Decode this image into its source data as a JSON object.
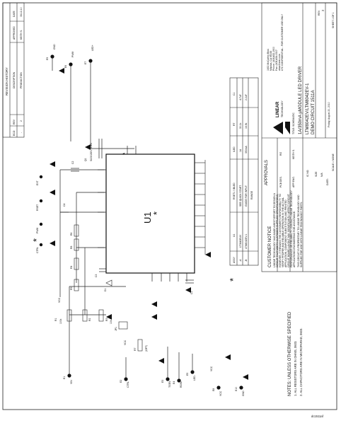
{
  "revision_history": {
    "title": "REVISION HISTORY",
    "headers": [
      "ECO",
      "REV",
      "DESCRIPTION",
      "APPROVED",
      "DATE"
    ],
    "row": [
      "-",
      "2",
      "PRODUCTION",
      "KEITH S.",
      "08-12-10"
    ]
  },
  "notes": {
    "title": "NOTES: UNLESS OTHERWISE SPECIFIED",
    "line1": "1. ALL RESISTORS ARE IN OHMS, 0603.",
    "line2": "2. ALL CAPACITORS ARE IN MICROFARAD, 0603."
  },
  "ic": {
    "ref": "U1",
    "mark": "*"
  },
  "table": {
    "mark": "*",
    "headers": [
      "ASSY",
      "U1",
      "RSET1 / IBLED",
      "ILED",
      "RT",
      "C1"
    ],
    "rows": [
      [
        "-A",
        "LT3642EUV",
        "SEE QUICK START",
        "1A",
        "30.1k",
        "4.7uF"
      ],
      [
        "-B",
        "LTM8042EV-1",
        "GUIDE FOR INPUT",
        "350mA",
        "16.9k",
        "2.2uF"
      ],
      [
        "",
        "",
        "RANGE",
        "",
        "",
        ""
      ]
    ]
  },
  "customer_notice": {
    "title": "CUSTOMER NOTICE",
    "body": [
      "LINEAR TECHNOLOGY HAS MADE A BEST EFFORT TO DESIGN A",
      "CIRCUIT THAT MEETS CUSTOMER-SUPPLIED SPECIFICATIONS;",
      "HOWEVER, IT REMAINS THE CUSTOMER'S RESPONSIBILITY TO",
      "VERIFY PROPER AND RELIABLE OPERATION IN THE ACTUAL",
      "APPLICATION. COMPONENT SUBSTITUTION AND PRINTED",
      "CIRCUIT BOARD LAYOUT MAY SIGNIFICANTLY AFFECT CIRCUIT",
      "PERFORMANCE OR RELIABILITY. CONTACT LINEAR TECHNOLOGY",
      "APPLICATIONS ENGINEERING FOR ASSISTANCE."
    ],
    "footer": "THIS CIRCUIT IS PROPRIETARY TO LINEAR TECHNOLOGY AND",
    "footer2": "SUPPLIED FOR USE WITH LINEAR TECHNOLOGY PARTS."
  },
  "approvals": {
    "title": "APPROVALS",
    "pcb_des": "PCB DES.",
    "app_eng": "APP ENG.",
    "pcb_val": "RG",
    "eng_val": "KEITH S."
  },
  "company": {
    "name1": "LINEAR",
    "name2": "TECHNOLOGY",
    "addr1": "1630 McCarthy Blvd.",
    "addr2": "Milpitas, CA 95035",
    "phone": "Phone: (408)432-1900",
    "fax": "Fax: (408)434-0507",
    "url": "www.linear.com",
    "ltc": "LTC CONFIDENTIAL - FOR CUSTOMER USE ONLY"
  },
  "title_block": {
    "title_label": "TITLE: SCHEMATIC",
    "title1": "1A/350mA µMODULE LED DRIVER",
    "title2": "LTM8042EV/LTM8042EV-1",
    "title3": "DEMO CIRCUIT 1511A",
    "ic_no": "IC NO.",
    "size": "SIZE",
    "size_val": "N/A",
    "rev": "REV.",
    "rev_val": "2",
    "date_label": "DATE:",
    "date_val": "Friday, August 20, 2010",
    "scale": "SCALE = NONE",
    "sheet": "SHEET 1 OF 1"
  },
  "nets": {
    "vin": "VIN",
    "gnd": "GND",
    "ledp": "LED+",
    "pwm": "PWM",
    "ctrl": "CTRL",
    "rdim": "RDIM",
    "tgen": "TGEN",
    "ledm": "LED-",
    "vcc": "VCC"
  },
  "turrets": {
    "e1": "E1",
    "e2": "E2",
    "e3": "E3",
    "e4": "E4",
    "e5": "E5",
    "e6": "E6",
    "e7": "E7",
    "e8": "E8",
    "e9": "E9",
    "e10": "E10"
  },
  "components": {
    "r1": "R1",
    "r1v": "100k",
    "r2": "R2",
    "r3": "R3",
    "r3v": "10k",
    "r4": "R4",
    "r5": "R5",
    "r6": "R6",
    "r7": "R7",
    "r8": "R8",
    "c1": "C1",
    "c2": "C2",
    "c3": "C3",
    "c4": "C4",
    "d1": "D1",
    "q1": "Q1",
    "jp1": "JP1",
    "opt": "(OPT)",
    "q1part": "SI2302DS-T1-E3"
  },
  "jumpers": {
    "j1": "EXT",
    "j2": "RSET",
    "j3": "PWM",
    "j4": "CTRL"
  },
  "doc_id": "dc1511af"
}
